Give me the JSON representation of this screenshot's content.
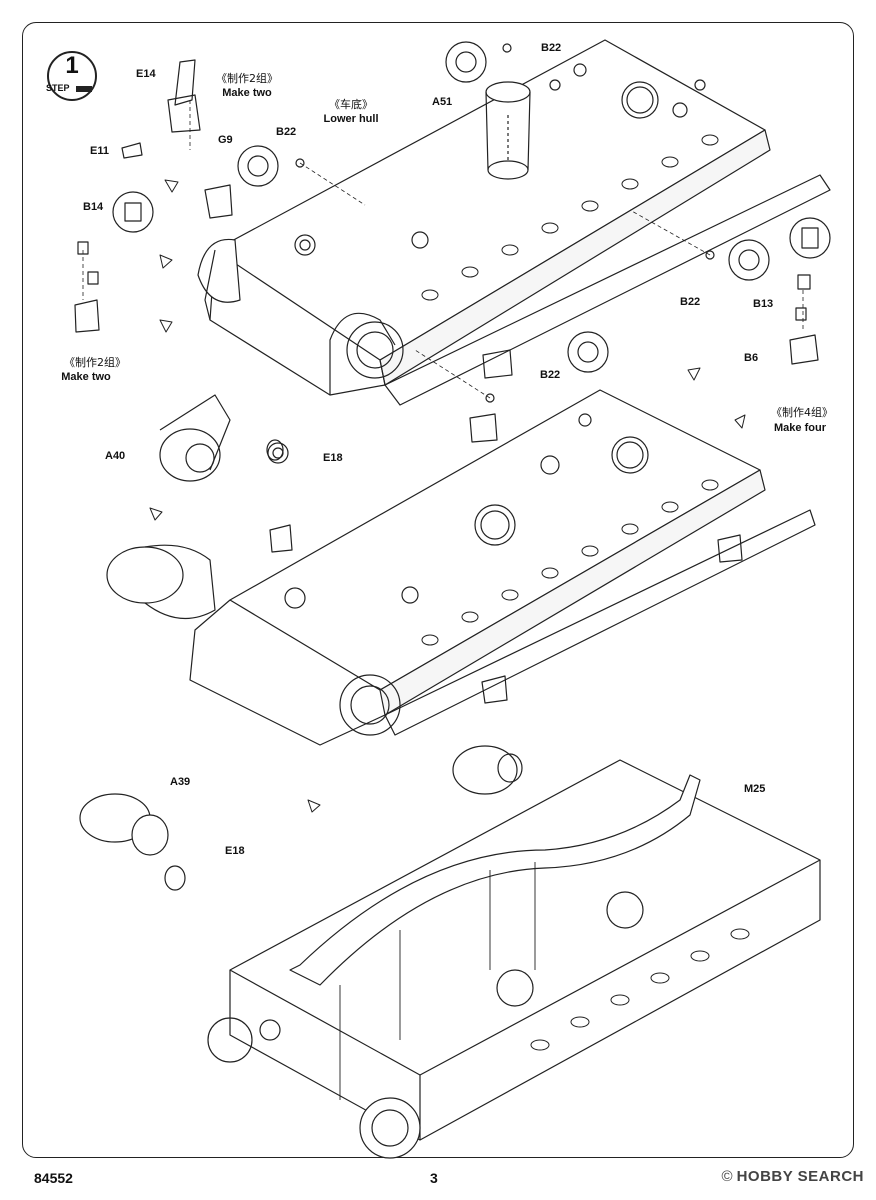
{
  "step": {
    "number": "1",
    "word": "STEP"
  },
  "labels": {
    "e14": "E14",
    "e11": "E11",
    "g9": "G9",
    "make_two_cn_1": "《制作2组》",
    "make_two_en_1": "Make two",
    "lower_hull_cn": "《车底》",
    "lower_hull_en": "Lower hull",
    "b22_top": "B22",
    "a51": "A51",
    "b22_left": "B22",
    "b14": "B14",
    "make_two_cn_2": "《制作2组》",
    "make_two_en_2": "Make two",
    "b22_right": "B22",
    "b13": "B13",
    "b6": "B6",
    "b22_mid": "B22",
    "make_four_cn": "《制作4组》",
    "make_four_en": "Make four",
    "a40": "A40",
    "e18_top": "E18",
    "a39": "A39",
    "e18_bottom": "E18",
    "m25": "M25"
  },
  "footer": {
    "kit_number": "84552",
    "page_number": "3"
  },
  "watermark": {
    "text": "HOBBY SEARCH",
    "icon": "copyright-icon"
  }
}
